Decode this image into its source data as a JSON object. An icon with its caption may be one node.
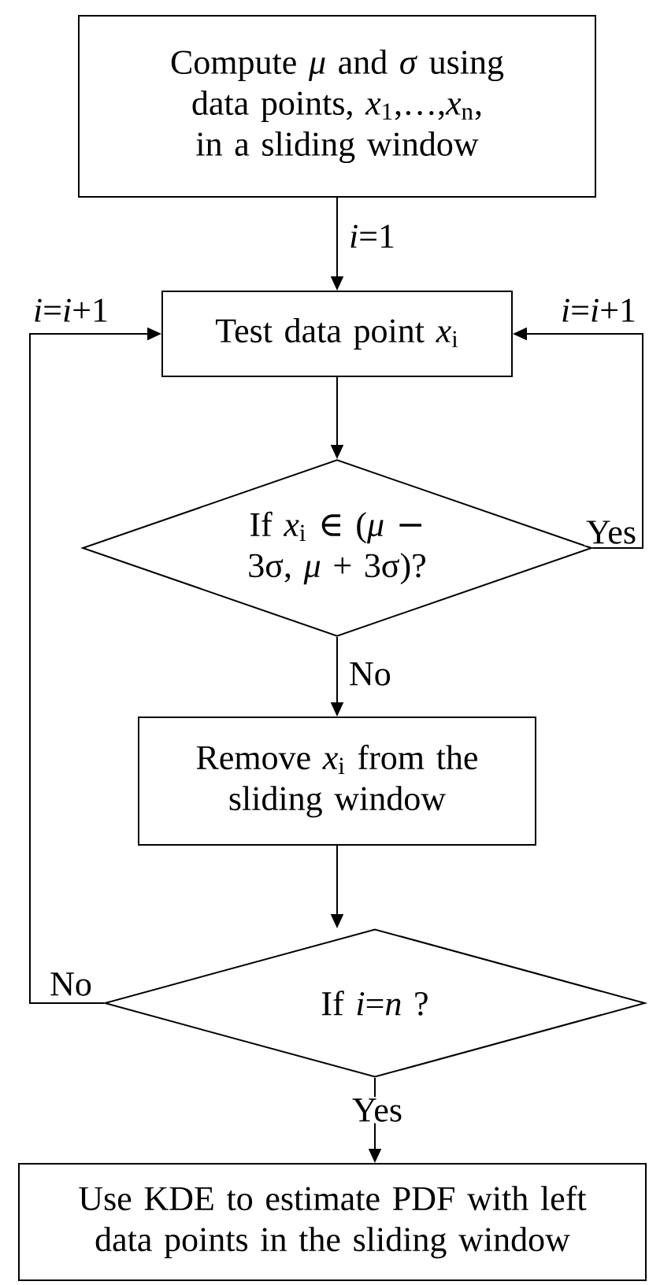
{
  "diagram": {
    "nodes": [
      {
        "text": [
          "Compute *μ* and *σ* using data points, *x*$_{1}$,…,*x*$_{n}$, in a sliding window"
        ]
      },
      {
        "text": [
          "Test data point *x*$_{i}$"
        ]
      },
      {
        "text": [
          "If *x*$_{i}$ ∈ (*μ* − 3σ, *μ* + 3σ)?"
        ]
      },
      {
        "text": [
          "Remove *x*$_{i}$ from the sliding window"
        ]
      },
      {
        "text": [
          "If *i*=*n* ?"
        ]
      },
      {
        "text": [
          "Use KDE to estimate PDF with left data points in the sliding window"
        ]
      }
    ],
    "edges": [
      {
        "from": 0,
        "to": 1,
        "arrow": "to",
        "label": "*i*=1"
      },
      {
        "from": 1,
        "to": 2,
        "arrow": "to"
      },
      {
        "from": 2,
        "to": 1,
        "arrow": "to",
        "label": "Yes"
      },
      {
        "from": 2,
        "to": 3,
        "arrow": "to",
        "label": "No"
      },
      {
        "from": 3,
        "to": 4,
        "arrow": "to"
      },
      {
        "from": 4,
        "to": 1,
        "arrow": "to",
        "label": "No"
      },
      {
        "from": 4,
        "to": 5,
        "arrow": "to",
        "label": "Yes"
      }
    ],
    "labels": [
      "*i*=*i*+1",
      "*i*=*i*+1"
    ]
  }
}
